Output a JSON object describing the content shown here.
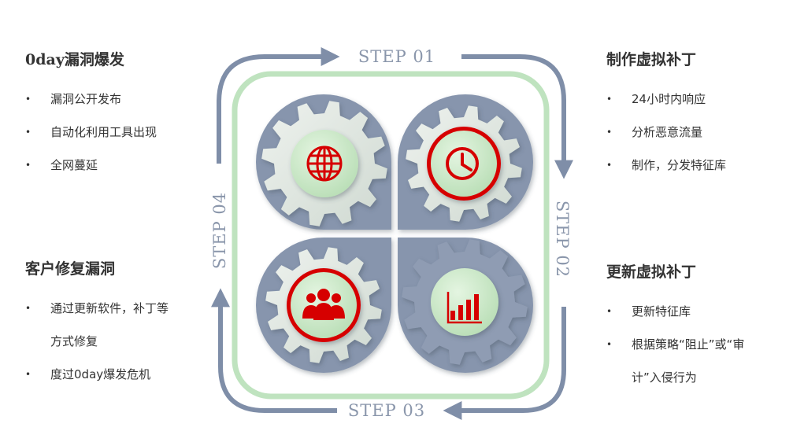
{
  "steps": {
    "step1": "STEP 01",
    "step2": "STEP 02",
    "step3": "STEP 03",
    "step4": "STEP 04"
  },
  "panels": {
    "top_left": {
      "title": "0day漏洞爆发",
      "items": [
        "漏洞公开发布",
        "自动化利用工具出现",
        "全网蔓延"
      ]
    },
    "top_right": {
      "title": "制作虚拟补丁",
      "items": [
        "24小时内响应",
        "分析恶意流量",
        "制作，分发特征库"
      ]
    },
    "bottom_left": {
      "title": "客户修复漏洞",
      "items": [
        [
          "通过更新软件，补丁等",
          "方式修复"
        ],
        "度过0day爆发危机"
      ]
    },
    "bottom_right": {
      "title": "更新虚拟补丁",
      "items": [
        "更新特征库",
        [
          "根据策略“阻止”或“审",
          "计”入侵行为"
        ]
      ]
    }
  },
  "icons": [
    "globe-icon",
    "clock-icon",
    "people-icon",
    "bar-chart-icon"
  ],
  "colors": {
    "arrow": "#7f8ea8",
    "quadrant": "#8795ad",
    "gear": "#d9e3da",
    "green_ring": "#bfe3bf",
    "icon_red": "#d60000"
  }
}
